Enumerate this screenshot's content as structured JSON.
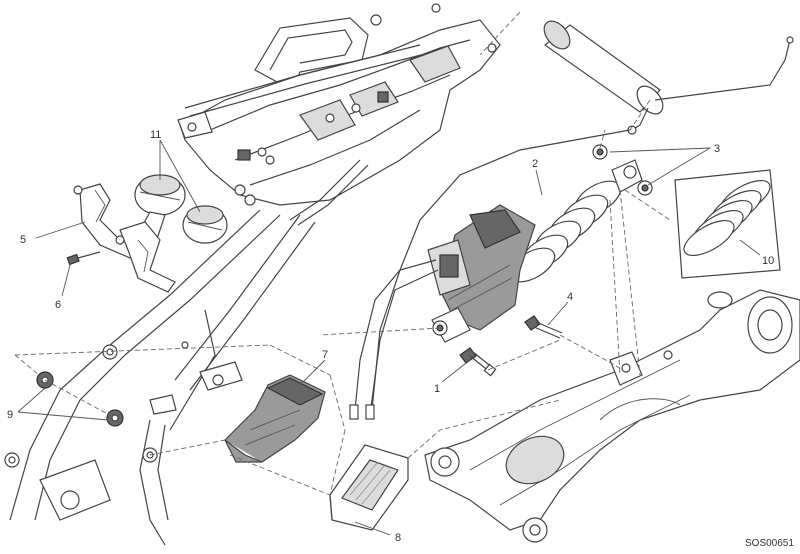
{
  "diagram": {
    "drawing_code": "SOS00651",
    "callouts": {
      "c1": "1",
      "c2": "2",
      "c3": "3",
      "c4": "4",
      "c5": "5",
      "c6": "6",
      "c7": "7",
      "c8": "8",
      "c9": "9",
      "c10": "10",
      "c11": "11"
    }
  }
}
